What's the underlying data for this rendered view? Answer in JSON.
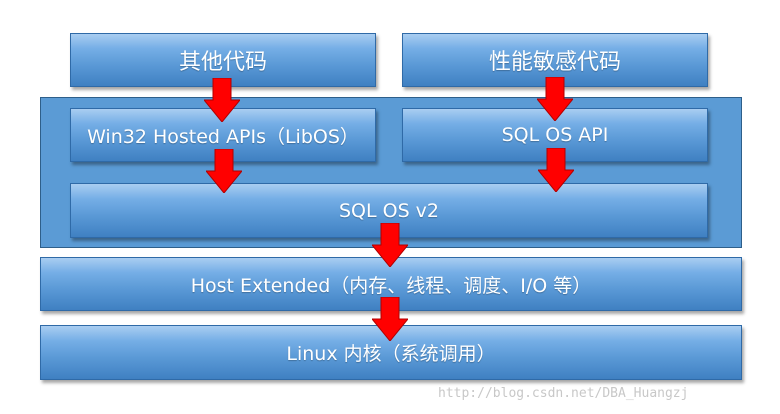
{
  "diagram": {
    "blocks": {
      "other_code": "其他代码",
      "perf_code": "性能敏感代码",
      "win32": "Win32 Hosted APIs（LibOS）",
      "sqlos_api": "SQL OS API",
      "sqlos_v2": "SQL OS v2",
      "host_extended": "Host Extended（内存、线程、调度、I/O 等）",
      "linux_kernel": "Linux 内核（系统调用）"
    },
    "colors": {
      "block": "#5b9bd5",
      "outer_border": "#2e5f8a",
      "arrow": "#ff0000"
    },
    "watermark": "http://blog.csdn.net/DBA_Huangzj"
  }
}
